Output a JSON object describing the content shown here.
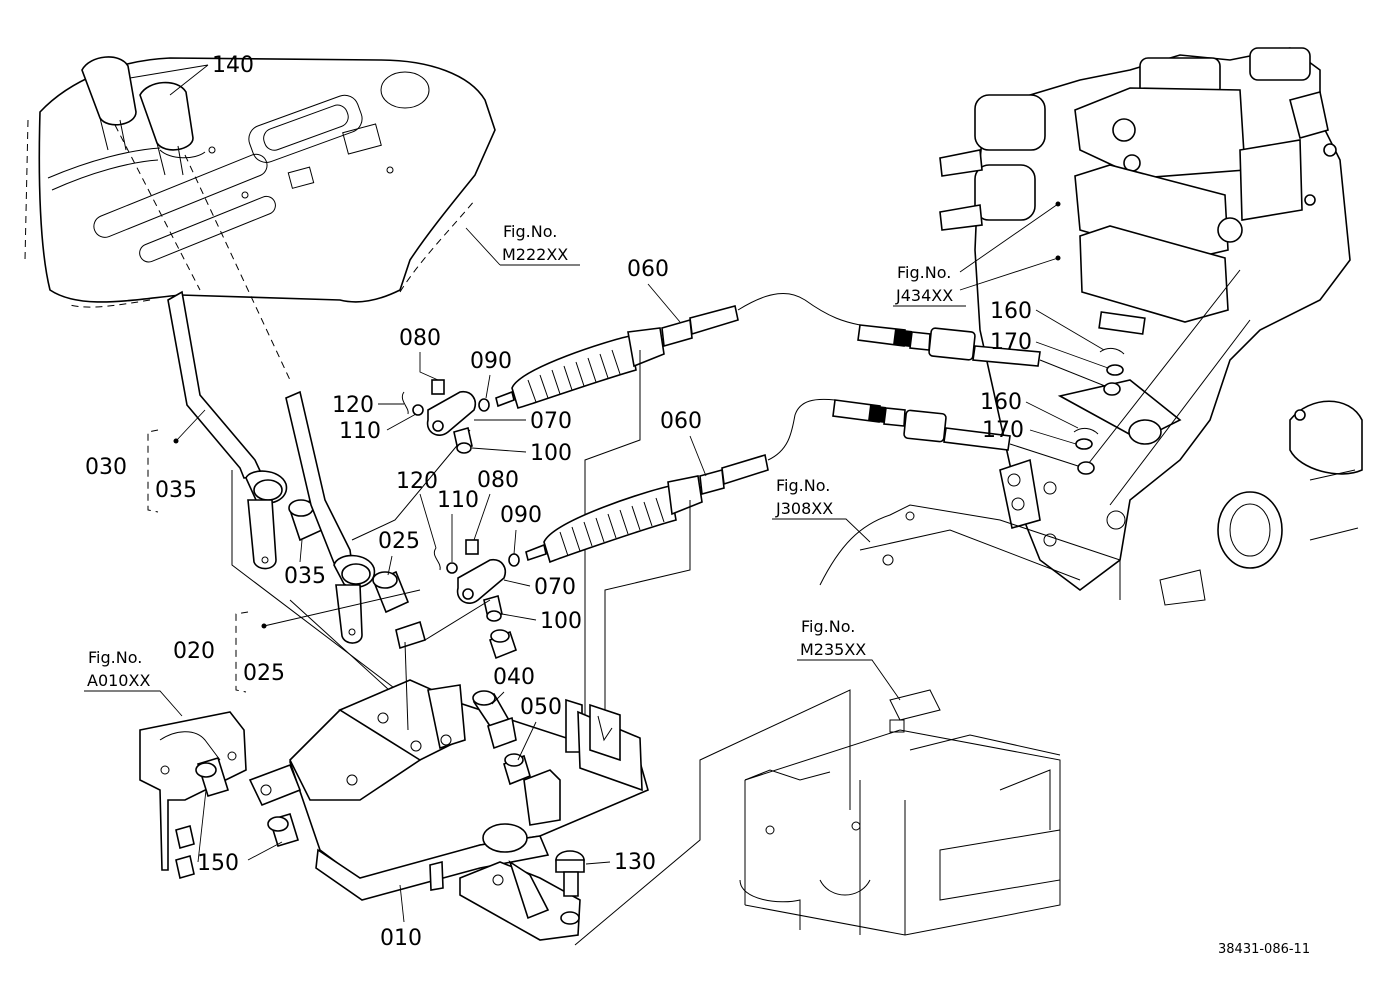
{
  "callouts": {
    "c140": "140",
    "c080a": "080",
    "c090a": "090",
    "c120a": "120",
    "c110a": "110",
    "c070a": "070",
    "c100a": "100",
    "c060a": "060",
    "c060b": "060",
    "c160a": "160",
    "c170a": "170",
    "c160b": "160",
    "c170b": "170",
    "c030": "030",
    "c035a": "035",
    "c035b": "035",
    "c025a": "025",
    "c120b": "120",
    "c110b": "110",
    "c080b": "080",
    "c090b": "090",
    "c070b": "070",
    "c100b": "100",
    "c020": "020",
    "c025b": "025",
    "c040": "040",
    "c050": "050",
    "c150": "150",
    "c130": "130",
    "c010": "010"
  },
  "references": {
    "m222": {
      "label": "Fig.No.",
      "code": "M222XX"
    },
    "j434": {
      "label": "Fig.No.",
      "code": "J434XX"
    },
    "j308": {
      "label": "Fig.No.",
      "code": "J308XX"
    },
    "m235": {
      "label": "Fig.No.",
      "code": "M235XX"
    },
    "a010": {
      "label": "Fig.No.",
      "code": "A010XX"
    }
  },
  "drawing_id": "38431-086-11"
}
